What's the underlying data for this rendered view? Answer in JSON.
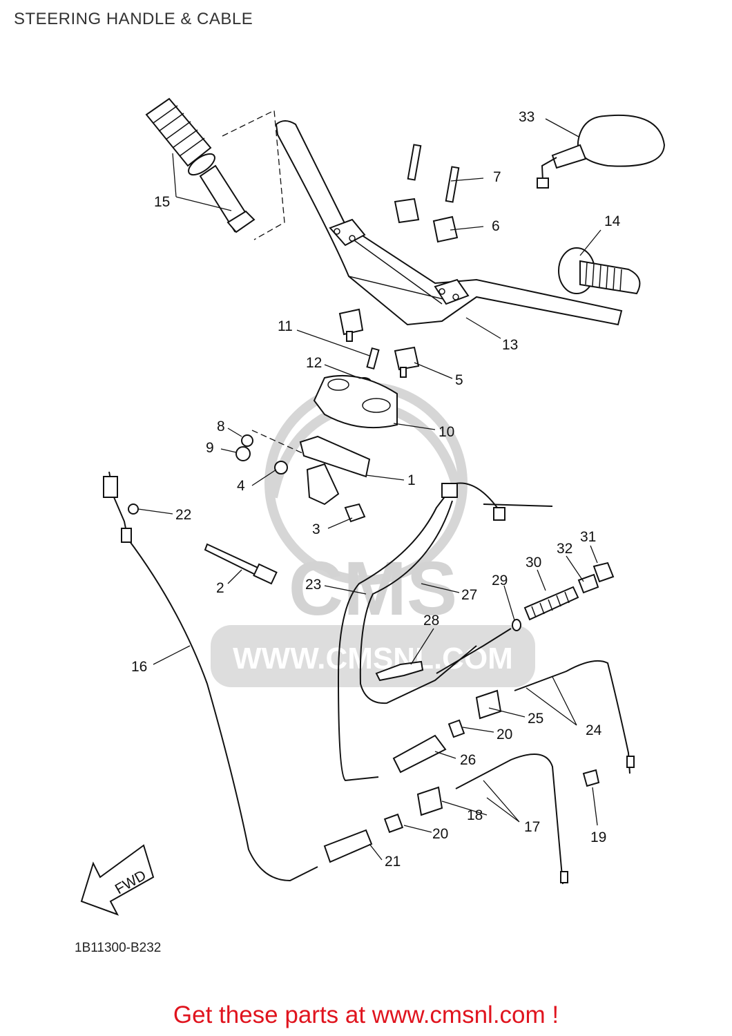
{
  "title": "STEERING HANDLE & CABLE",
  "diagram_code": "1B11300-B232",
  "promo_text": "Get these parts at www.cmsnl.com !",
  "fwd_label": "FWD",
  "watermark": {
    "logo_text": "CMS",
    "url_text": "WWW.CMSNL.COM"
  },
  "accent_color": "#e0141e",
  "parts": [
    {
      "number": "1"
    },
    {
      "number": "2"
    },
    {
      "number": "3"
    },
    {
      "number": "4"
    },
    {
      "number": "5"
    },
    {
      "number": "6"
    },
    {
      "number": "7"
    },
    {
      "number": "8"
    },
    {
      "number": "9"
    },
    {
      "number": "10"
    },
    {
      "number": "11"
    },
    {
      "number": "12"
    },
    {
      "number": "13"
    },
    {
      "number": "14"
    },
    {
      "number": "15"
    },
    {
      "number": "16"
    },
    {
      "number": "17"
    },
    {
      "number": "18"
    },
    {
      "number": "19"
    },
    {
      "number": "20"
    },
    {
      "number": "20"
    },
    {
      "number": "21"
    },
    {
      "number": "22"
    },
    {
      "number": "23"
    },
    {
      "number": "24"
    },
    {
      "number": "25"
    },
    {
      "number": "26"
    },
    {
      "number": "27"
    },
    {
      "number": "28"
    },
    {
      "number": "29"
    },
    {
      "number": "30"
    },
    {
      "number": "31"
    },
    {
      "number": "32"
    },
    {
      "number": "33"
    }
  ]
}
